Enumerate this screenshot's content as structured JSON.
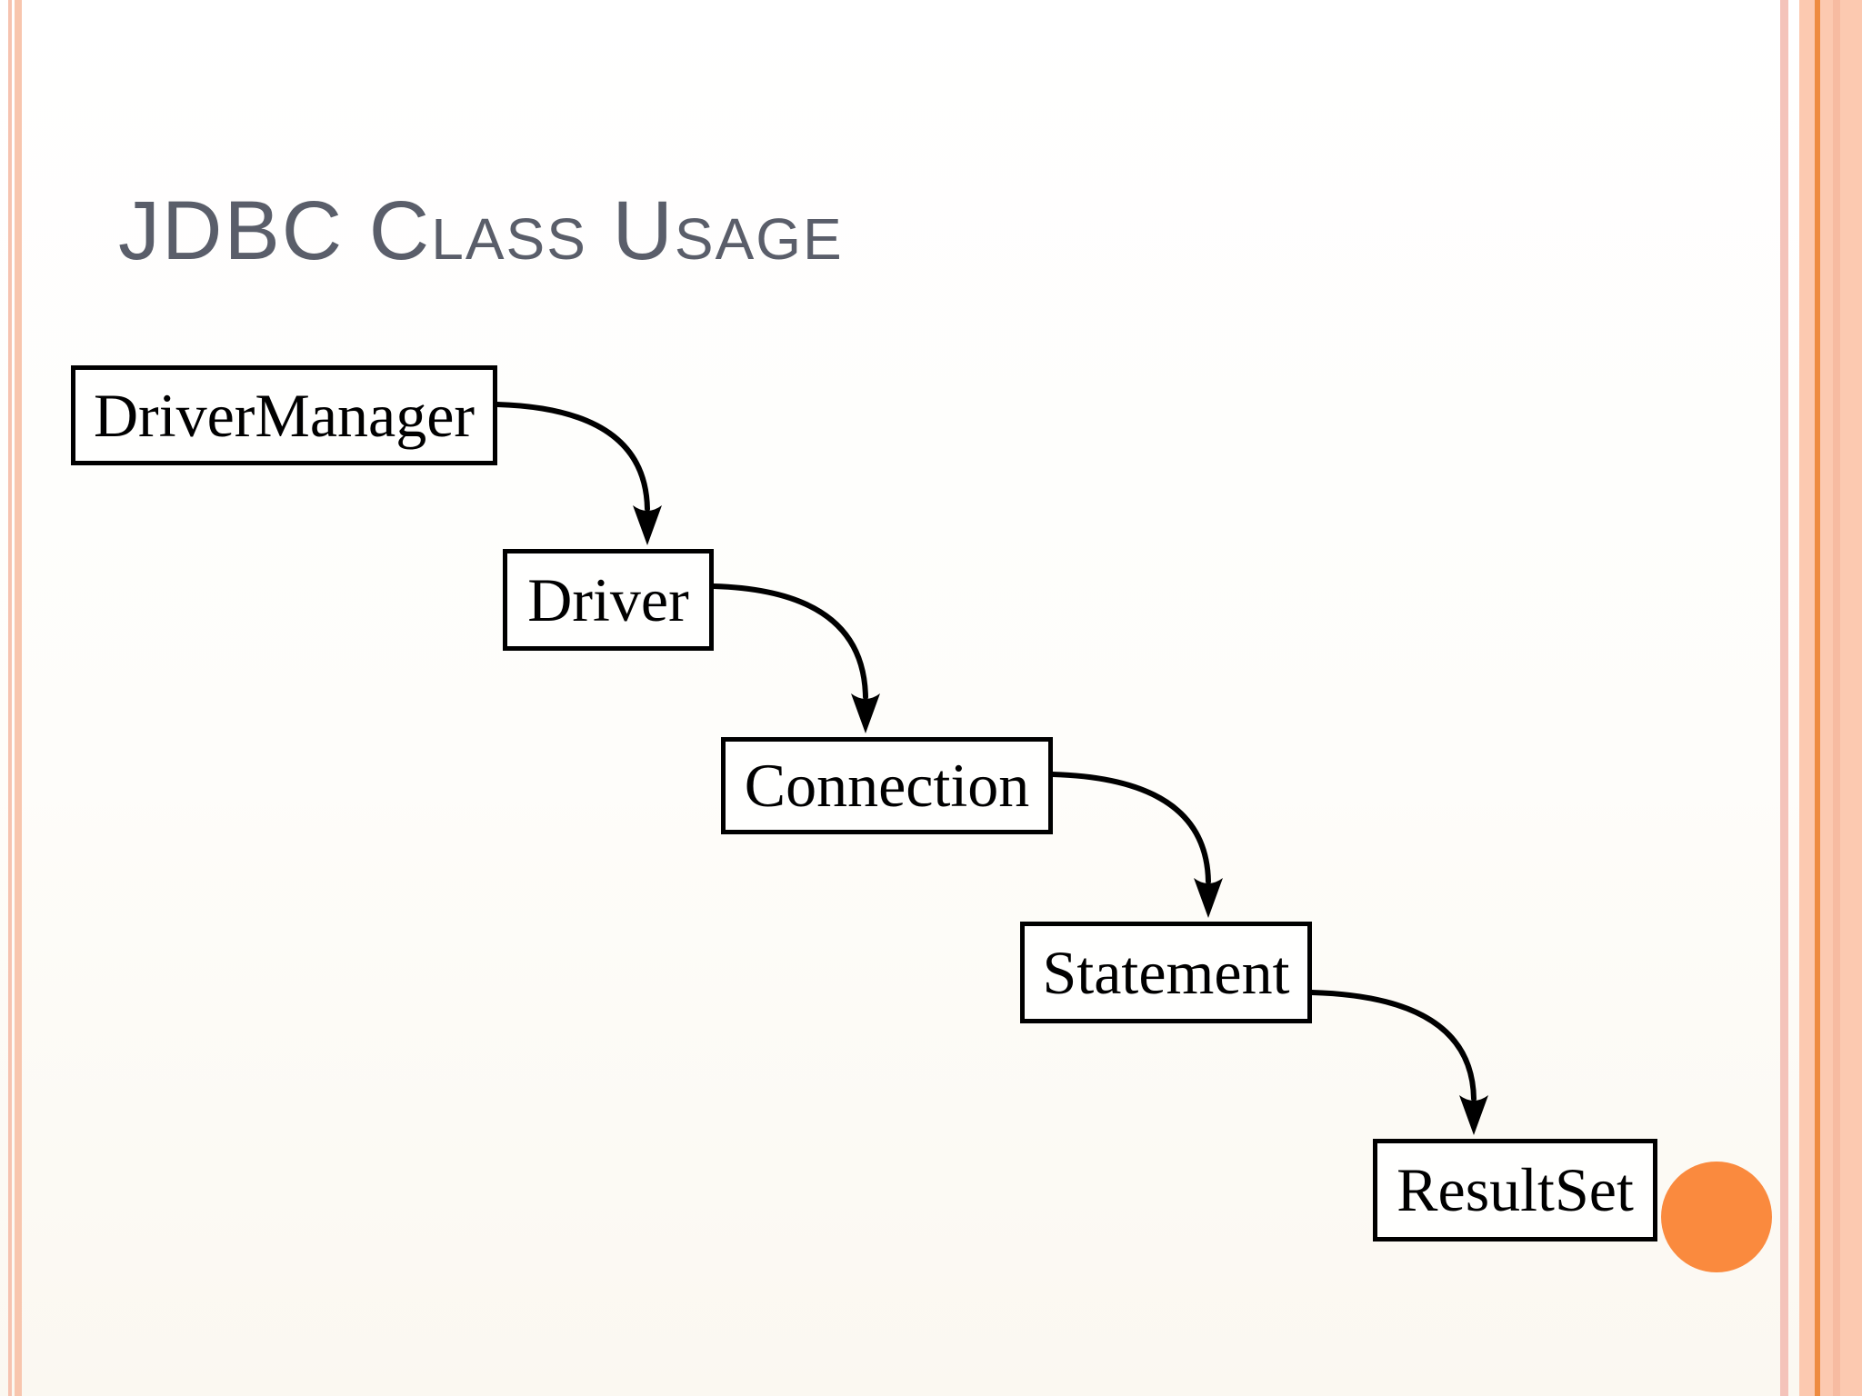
{
  "slide": {
    "title": "JDBC Class Usage"
  },
  "diagram": {
    "nodes": [
      {
        "label": "DriverManager"
      },
      {
        "label": "Driver"
      },
      {
        "label": "Connection"
      },
      {
        "label": "Statement"
      },
      {
        "label": "ResultSet"
      }
    ],
    "connections": [
      {
        "from": "DriverManager",
        "to": "Driver"
      },
      {
        "from": "Driver",
        "to": "Connection"
      },
      {
        "from": "Connection",
        "to": "Statement"
      },
      {
        "from": "Statement",
        "to": "ResultSet"
      }
    ]
  },
  "decorations": {
    "circle": "orange-accent-circle",
    "frame": "striped-side-borders"
  },
  "colors": {
    "accent_orange": "#FA8A3E",
    "frame_pink": "#F8C6AE",
    "frame_pink_dark": "#F6C3B0",
    "frame_pink_muted": "#F4C3BA",
    "frame_peach": "#FCC9B0",
    "frame_peach_dark": "#F7BBA1",
    "frame_orange": "#EE8B40",
    "title_color": "#5A5E6A",
    "box_border": "#000000"
  }
}
